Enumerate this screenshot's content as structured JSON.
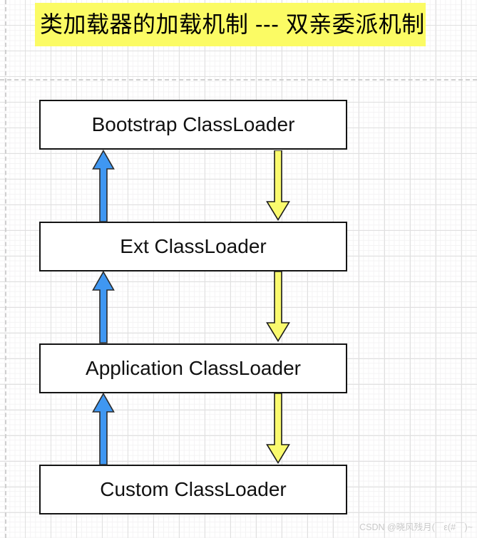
{
  "title": {
    "text": "类加载器的加载机制 --- 双亲委派机制",
    "highlight_color": "#FBFB64",
    "text_color": "#000000"
  },
  "diagram": {
    "nodes": [
      {
        "label": "Bootstrap ClassLoader"
      },
      {
        "label": "Ext ClassLoader"
      },
      {
        "label": "Application ClassLoader"
      },
      {
        "label": "Custom ClassLoader"
      }
    ],
    "node_style": {
      "fill": "#FFFFFF",
      "stroke": "#141414"
    },
    "up_arrows": {
      "count": 3,
      "direction": "up",
      "fill": "#3F97F2",
      "stroke": "#2B2B2B"
    },
    "down_arrows": {
      "count": 3,
      "direction": "down",
      "fill": "#FAFA6E",
      "stroke": "#1A1A1A"
    }
  },
  "canvas": {
    "background": "#FFFFFF",
    "grid_minor_color": "#F4F3F4",
    "grid_major_color": "#E0E0E0",
    "page_boundary_color": "#CFCFCF"
  },
  "watermark": {
    "text": "CSDN @晓风残月(￣ε(#￣)~",
    "color": "#C9C9C9"
  }
}
